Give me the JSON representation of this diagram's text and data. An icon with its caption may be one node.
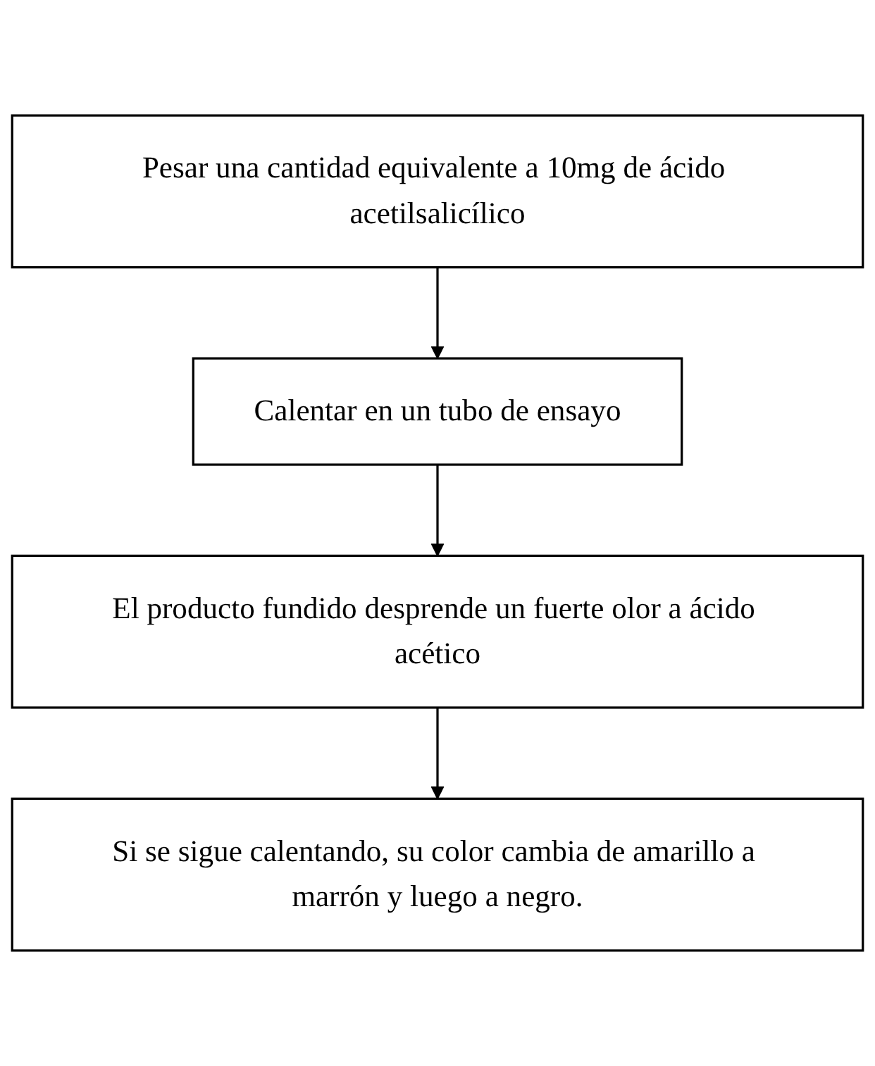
{
  "diagram": {
    "nodes": [
      {
        "text": [
          "Pesar una cantidad equivalente a 10mg de ácido acetilsalicílico"
        ]
      },
      {
        "text": [
          "Calentar en un tubo de ensayo"
        ]
      },
      {
        "text": [
          "El producto fundido desprende un fuerte olor a ácido acético"
        ]
      },
      {
        "text": [
          "Si se sigue calentando, su color cambia de amarillo a marrón y luego a negro."
        ]
      }
    ],
    "edges": [
      {
        "from": 0,
        "to": 1,
        "arrow": "to"
      },
      {
        "from": 1,
        "to": 2,
        "arrow": "to"
      },
      {
        "from": 2,
        "to": 3,
        "arrow": "to"
      }
    ]
  }
}
